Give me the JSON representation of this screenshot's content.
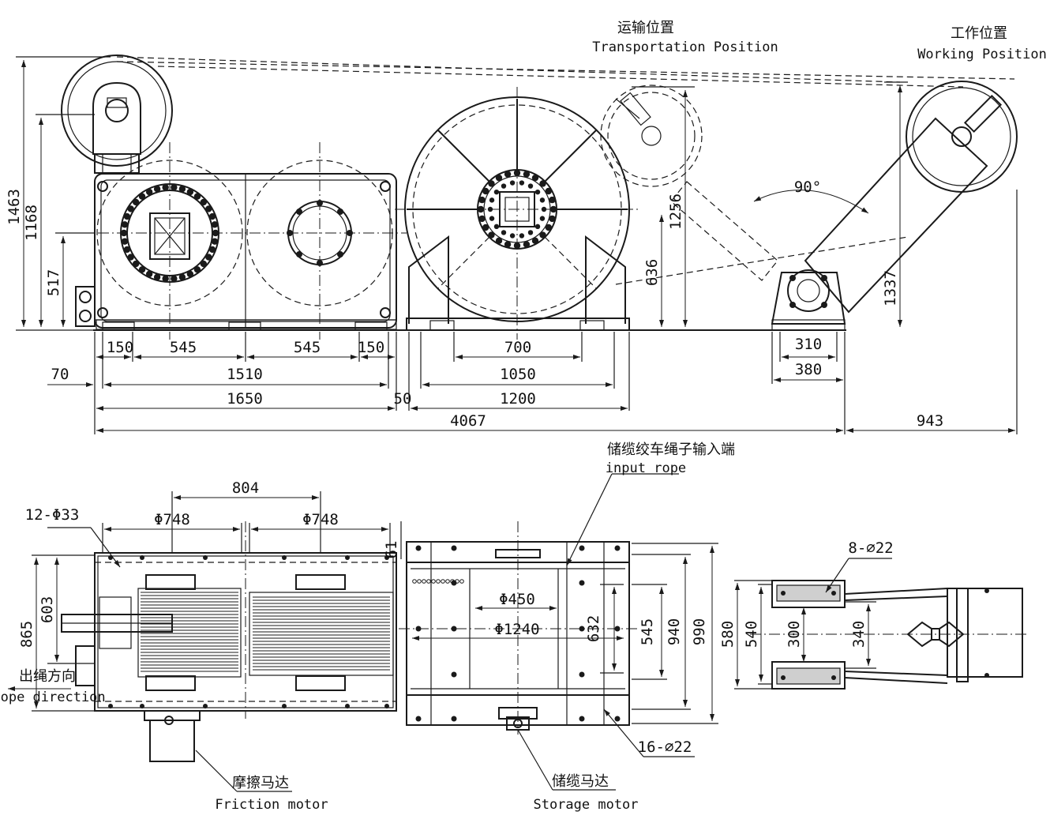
{
  "labels": {
    "transport_cn": "运输位置",
    "transport_en": "Transportation Position",
    "working_cn": "工作位置",
    "working_en": "Working Position",
    "angle": "90°",
    "input_rope_cn": "储缆绞车绳子输入端",
    "input_rope_en": "input rope",
    "rope_dir_cn": "出绳方向",
    "rope_dir_en": "rope direction",
    "friction_motor_cn": "摩擦马达",
    "friction_motor_en": "Friction motor",
    "storage_motor_cn": "储缆马达",
    "storage_motor_en": "Storage motor",
    "holes_12": "12-Φ33",
    "holes_8": "8-∅22",
    "holes_16": "16-∅22"
  },
  "dims_top": {
    "h1463": "1463",
    "h1168": "1168",
    "h517": "517",
    "h1256": "1256",
    "h636": "636",
    "h1337": "1337",
    "d150a": "150",
    "d545a": "545",
    "d545b": "545",
    "d150b": "150",
    "d70": "70",
    "d1510": "1510",
    "d1650": "1650",
    "d50": "50",
    "d700": "700",
    "d1050": "1050",
    "d1200": "1200",
    "d310": "310",
    "d380": "380",
    "d4067": "4067",
    "d943": "943"
  },
  "dims_bottom": {
    "d804": "804",
    "phi748a": "Φ748",
    "phi748b": "Φ748",
    "d61": "61",
    "d603": "603",
    "d865": "865",
    "phi450": "Φ450",
    "phi1240": "Φ1240",
    "d632": "632",
    "d545": "545",
    "d940": "940",
    "d990": "990",
    "d580": "580",
    "d540": "540",
    "d300": "300",
    "d340": "340"
  }
}
